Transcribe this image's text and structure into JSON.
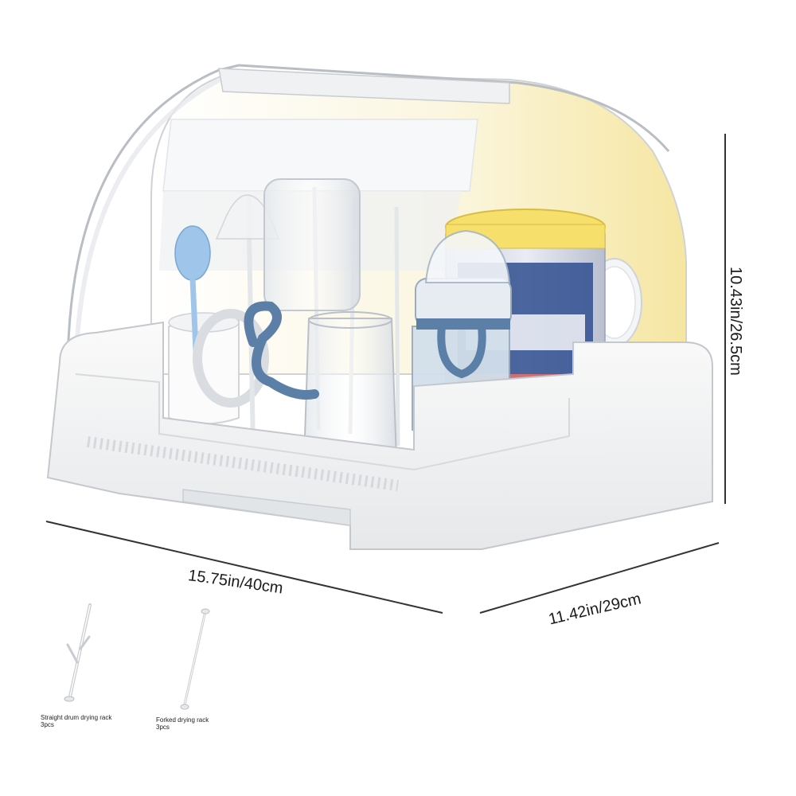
{
  "product": {
    "dimensions": {
      "width": "15.75in/40cm",
      "depth": "11.42in/29cm",
      "height": "10.43in/26.5cm"
    },
    "accessories": [
      {
        "name": "Straight drum drying rack",
        "quantity": "3pcs"
      },
      {
        "name": "Forked drying rack",
        "quantity": "3pcs"
      }
    ],
    "colors": {
      "body": "#f2f3f4",
      "lid_glow": "#f7e7a8",
      "accent_blue": "#5b7fa6",
      "spoon_blue": "#9fc6ea",
      "formula_can_lid": "#f6df6a"
    }
  }
}
